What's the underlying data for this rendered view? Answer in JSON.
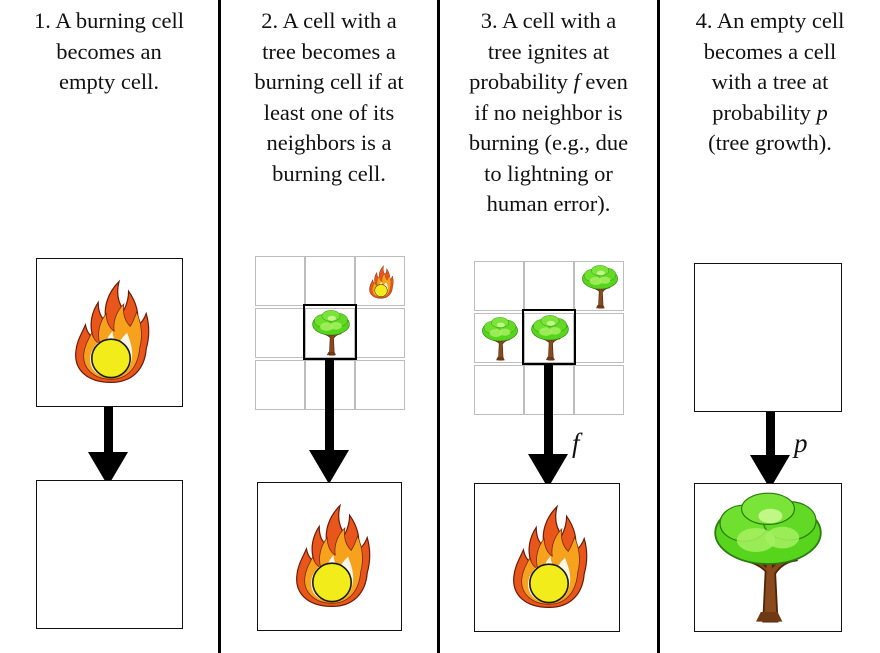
{
  "rules": [
    {
      "lines": [
        "1. A burning cell",
        "becomes an",
        "empty cell."
      ]
    },
    {
      "lines": [
        "2. A cell with a",
        "tree becomes a",
        "burning cell if at",
        "least one of its",
        "neighbors is a",
        "burning cell."
      ]
    },
    {
      "lines_before": [
        "3. A cell with a",
        "tree ignites at"
      ],
      "line_mixed": {
        "pre": "probability ",
        "var": "f",
        "post": " even"
      },
      "lines_after": [
        "if no neighbor is",
        "burning (e.g., due",
        "to lightning or",
        "human error)."
      ]
    },
    {
      "lines_before": [
        "4. An empty cell",
        "becomes a cell",
        "with a tree at"
      ],
      "line_mixed": {
        "pre": "probability ",
        "var": "p",
        "post": ""
      },
      "lines_after": [
        "(tree growth)."
      ]
    }
  ],
  "probabilities": {
    "rule3": "f",
    "rule4": "p"
  },
  "icons": {
    "fire": "fire-icon",
    "tree": "tree-icon"
  },
  "colors": {
    "flame_outer": "#e8561c",
    "flame_mid": "#f6a21d",
    "flame_core": "#f2ec1a",
    "leaf": "#56d51c",
    "leaf_light": "#a6f060",
    "trunk": "#8a4a1e"
  }
}
